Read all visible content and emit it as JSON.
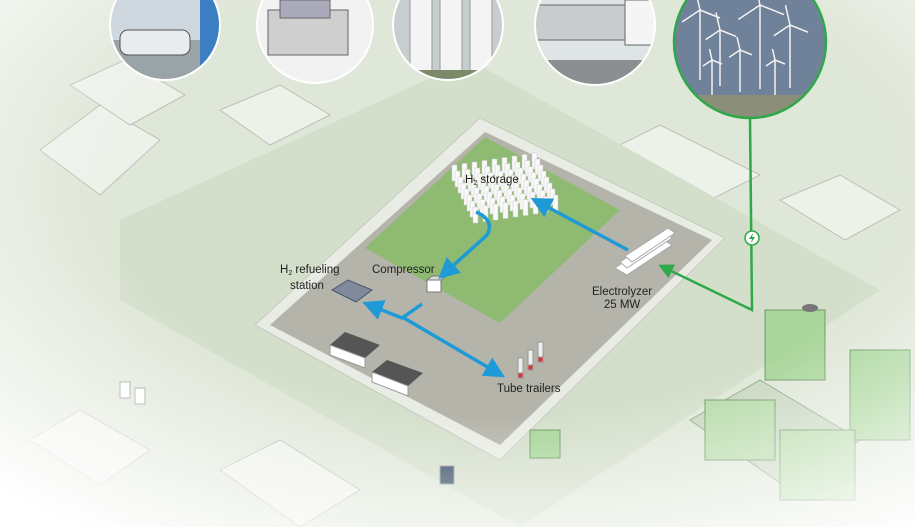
{
  "labels": {
    "storage": {
      "prefix": "H",
      "sub": "2",
      "text": " storage"
    },
    "refueling": {
      "prefix": "H",
      "sub": "2",
      "line1": " refueling",
      "line2": "station"
    },
    "compressor": "Compressor",
    "electrolyzer": {
      "line1": "Electrolyzer",
      "line2": "25 MW"
    },
    "tube_trailers": "Tube trailers"
  },
  "photos": [
    "fuel-cell-car-refueling",
    "compressor-unit",
    "storage-tanks",
    "tube-trailer-truck",
    "wind-farm"
  ],
  "colors": {
    "hydrogen_flow": "#1e9ad6",
    "power_flow": "#2fa84a",
    "field": "#8fba72",
    "pad": "#b5b4aa",
    "ground": "#dfe7d8"
  }
}
